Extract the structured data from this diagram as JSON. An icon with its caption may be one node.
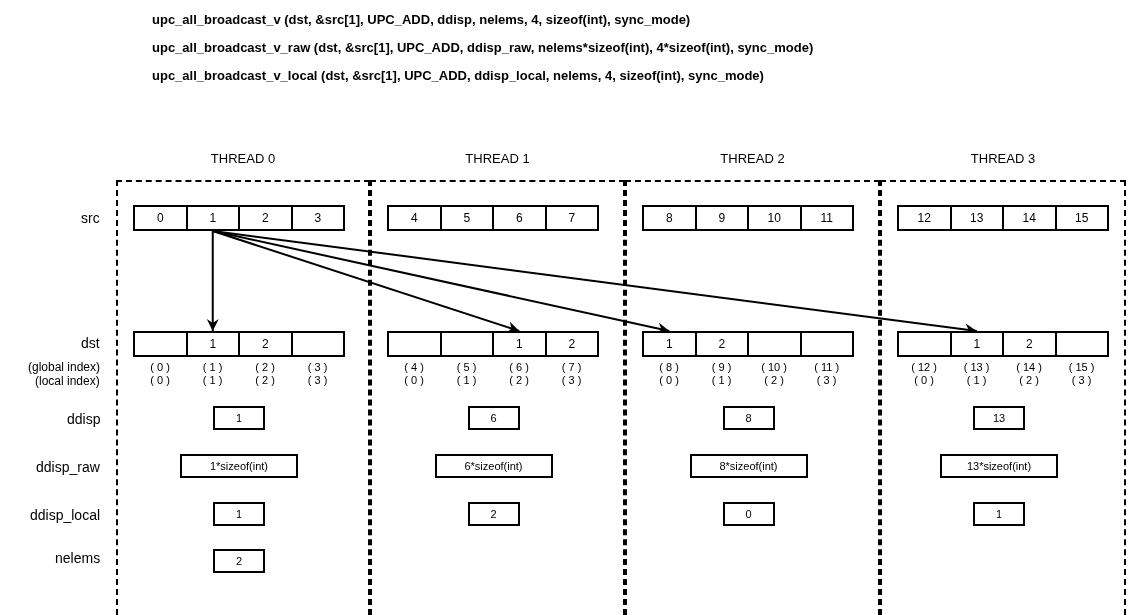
{
  "diagram": {
    "nodes": [
      {
        "text": [
          "THREAD 0"
        ]
      },
      {
        "text": [
          "THREAD 1"
        ]
      },
      {
        "text": [
          "THREAD 2"
        ]
      },
      {
        "text": [
          "THREAD 3"
        ]
      },
      {
        "text": [
          "0"
        ],
        "in": 0
      },
      {
        "text": [
          "1"
        ],
        "in": 0
      },
      {
        "text": [
          "2"
        ],
        "in": 0
      },
      {
        "text": [
          "3"
        ],
        "in": 0
      },
      {
        "text": [
          "4"
        ],
        "in": 1
      },
      {
        "text": [
          "5"
        ],
        "in": 1
      },
      {
        "text": [
          "6"
        ],
        "in": 1
      },
      {
        "text": [
          "7"
        ],
        "in": 1
      },
      {
        "text": [
          "8"
        ],
        "in": 2
      },
      {
        "text": [
          "9"
        ],
        "in": 2
      },
      {
        "text": [
          "10"
        ],
        "in": 2
      },
      {
        "text": [
          "11"
        ],
        "in": 2
      },
      {
        "text": [
          "12"
        ],
        "in": 3
      },
      {
        "text": [
          "13"
        ],
        "in": 3
      },
      {
        "text": [
          "14"
        ],
        "in": 3
      },
      {
        "text": [
          "15"
        ],
        "in": 3
      },
      {
        "text": [],
        "shape": "box",
        "in": 0
      },
      {
        "text": [
          "1"
        ],
        "in": 0
      },
      {
        "text": [
          "2"
        ],
        "in": 0
      },
      {
        "text": [],
        "shape": "box",
        "in": 0
      },
      {
        "text": [],
        "shape": "box",
        "in": 1
      },
      {
        "text": [],
        "shape": "box",
        "in": 1
      },
      {
        "text": [
          "1"
        ],
        "in": 1
      },
      {
        "text": [
          "2"
        ],
        "in": 1
      },
      {
        "text": [
          "1"
        ],
        "in": 2
      },
      {
        "text": [
          "2"
        ],
        "in": 2
      },
      {
        "text": [],
        "shape": "box",
        "in": 2
      },
      {
        "text": [],
        "shape": "box",
        "in": 2
      },
      {
        "text": [],
        "shape": "box",
        "in": 3
      },
      {
        "text": [
          "1"
        ],
        "in": 3
      },
      {
        "text": [
          "2"
        ],
        "in": 3
      },
      {
        "text": [],
        "shape": "box",
        "in": 3
      },
      {
        "text": [
          "1"
        ],
        "in": 0
      },
      {
        "text": [
          "6"
        ],
        "in": 1
      },
      {
        "text": [
          "8"
        ],
        "in": 2
      },
      {
        "text": [
          "13"
        ],
        "in": 3
      },
      {
        "text": [
          "1*sizeof(int)"
        ],
        "in": 0
      },
      {
        "text": [
          "6*sizeof(int)"
        ],
        "in": 1
      },
      {
        "text": [
          "8*sizeof(int)"
        ],
        "in": 2
      },
      {
        "text": [
          "13*sizeof(int)"
        ],
        "in": 3
      },
      {
        "text": [
          "1"
        ],
        "in": 0
      },
      {
        "text": [
          "2"
        ],
        "in": 1
      },
      {
        "text": [
          "0"
        ],
        "in": 2
      },
      {
        "text": [
          "1"
        ],
        "in": 3
      },
      {
        "text": [
          "2"
        ],
        "in": 0
      }
    ],
    "edges": [
      {
        "from": 5,
        "to": 21,
        "arrow": "to"
      },
      {
        "from": 5,
        "to": 26,
        "arrow": "to"
      },
      {
        "from": 5,
        "to": 28,
        "arrow": "to"
      },
      {
        "from": 5,
        "to": 33,
        "arrow": "to"
      }
    ],
    "labels": [
      "upc_all_broadcast_v (dst, &src[1], UPC_ADD, ddisp, nelems, 4, sizeof(int), sync_mode)",
      "upc_all_broadcast_v_raw (dst, &src[1], UPC_ADD, ddisp_raw, nelems*sizeof(int), 4*sizeof(int), sync_mode)",
      "upc_all_broadcast_v_local (dst, &src[1], UPC_ADD, ddisp_local, nelems, 4, sizeof(int), sync_mode)",
      "src",
      "dst",
      "(global index)",
      "( 0 )",
      "( 1 )",
      "( 2 )",
      "( 3 )",
      "( 4 )",
      "( 5 )",
      "( 6 )",
      "( 7 )",
      "( 8 )",
      "( 9 )",
      "( 10 )",
      "( 11 )",
      "( 12 )",
      "( 13 )",
      "( 14 )",
      "( 15 )",
      "(local index)",
      "( 0 )",
      "( 1 )",
      "( 2 )",
      "( 3 )",
      "( 0 )",
      "( 1 )",
      "( 2 )",
      "( 3 )",
      "( 0 )",
      "( 1 )",
      "( 2 )",
      "( 3 )",
      "( 0 )",
      "( 1 )",
      "( 2 )",
      "( 3 )",
      "ddisp",
      "ddisp_raw",
      "ddisp_local",
      "nelems"
    ]
  }
}
